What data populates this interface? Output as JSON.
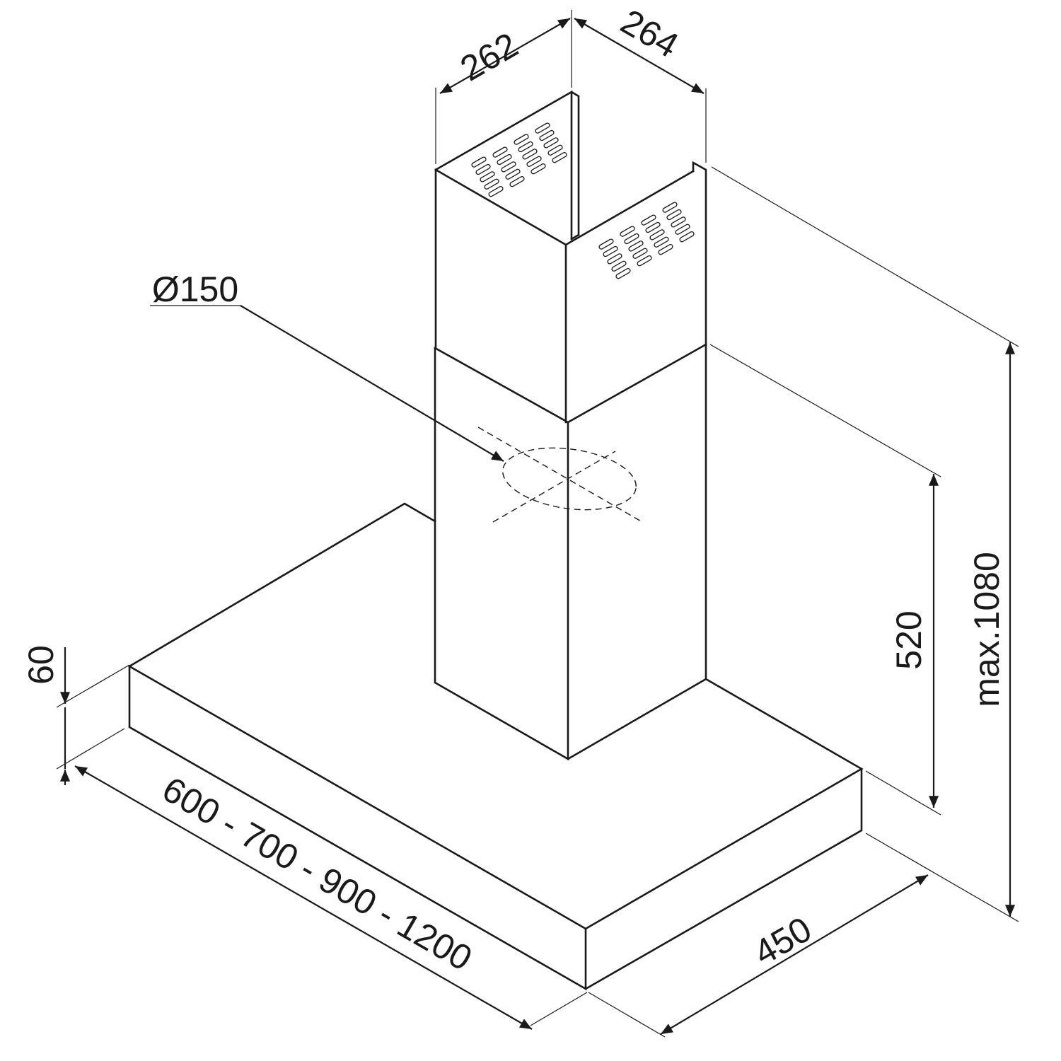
{
  "dimensions": {
    "chimney_width_left": "262",
    "chimney_width_right": "264",
    "duct_diameter": "Ø150",
    "hood_height": "60",
    "hood_width": "600 - 700 - 900 - 1200",
    "hood_depth": "450",
    "lower_chimney_height": "520",
    "total_height": "max.1080"
  }
}
